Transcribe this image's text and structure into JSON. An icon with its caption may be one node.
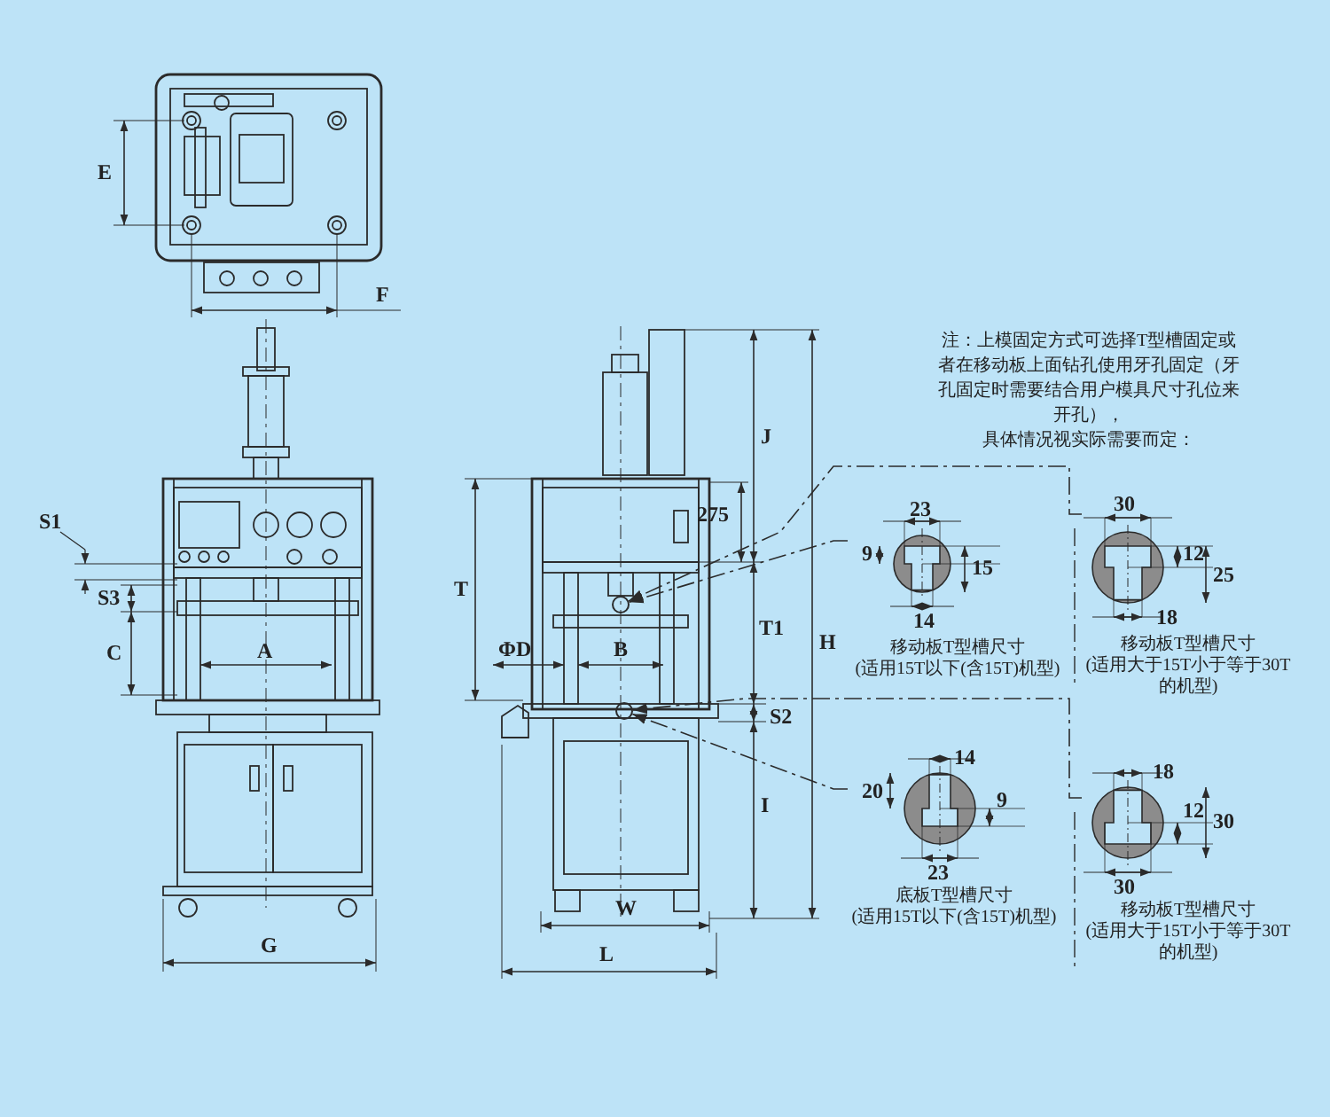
{
  "diagram": {
    "nodes": [
      {
        "text": [],
        "shape": "circle"
      },
      {
        "text": [],
        "shape": "circle"
      },
      {
        "text": [
          "移动板T型槽尺寸",
          "(适用15T以下(含15T)机型)"
        ]
      },
      {
        "text": [
          "移动板T型槽尺寸",
          "(适用大于15T小于等于30T的机型)"
        ]
      },
      {
        "text": [
          "底板T型槽尺寸",
          "(适用15T以下(含15T)机型)"
        ]
      },
      {
        "text": [
          "移动板T型槽尺寸",
          "(适用大于15T小于等于30T的机型)"
        ]
      }
    ],
    "edges": [
      {
        "from": 2,
        "to": 0,
        "arrow": "to",
        "style": "dashed"
      },
      {
        "from": 3,
        "to": 0,
        "arrow": "to",
        "style": "dashed"
      },
      {
        "from": 4,
        "to": 1,
        "arrow": "to",
        "style": "dashed"
      },
      {
        "from": 5,
        "to": 1,
        "arrow": "to",
        "style": "dashed"
      }
    ],
    "labels": [
      "E",
      "F",
      "注：上模固定方式可选择T型槽固定或者在移动板上面钻孔使用牙孔固定（牙孔固定时需要结合用户模具尺寸孔位来开孔），",
      "具体情况视实际需要而定：",
      "J",
      "9",
      "23",
      "30",
      "T",
      "275",
      "S1",
      "15",
      "12",
      "25",
      "S3",
      "14",
      "18",
      "T1",
      "ΦD",
      "A",
      "B",
      "H",
      "C",
      "S2",
      "14",
      "18",
      "20",
      "9",
      "12",
      "30",
      "I",
      "23",
      "30",
      "W",
      "G",
      "L"
    ]
  }
}
